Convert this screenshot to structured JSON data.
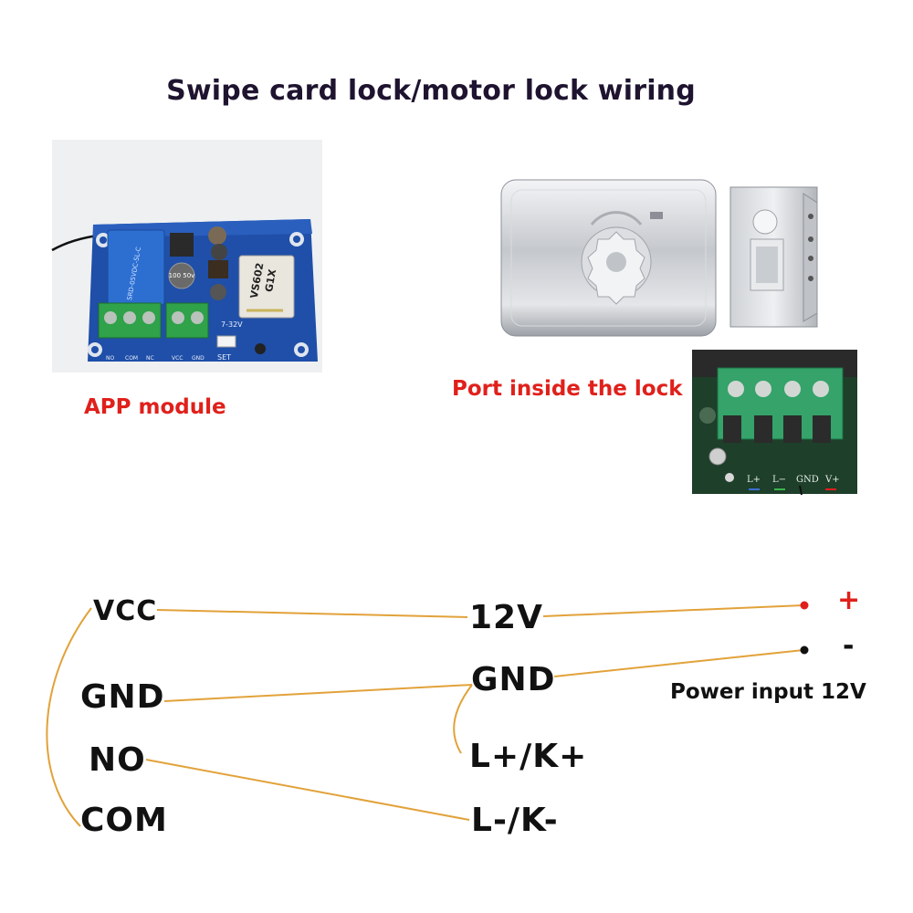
{
  "title": "Swipe card lock/motor lock wiring",
  "module_caption": "APP module",
  "lock_port_caption": "Port inside the lock",
  "board": {
    "chip_line1": "VS602",
    "chip_line2": "G1X",
    "set_label": "SET",
    "voltage_label": "7-32V",
    "cap_label": "100 50v",
    "terminals": [
      "NO",
      "COM",
      "NC",
      "VCC",
      "GND"
    ]
  },
  "lock_terminals": [
    "L+",
    "L−",
    "GND",
    "V+"
  ],
  "left_terminals": {
    "vcc": "VCC",
    "gnd": "GND",
    "no": "NO",
    "com": "COM"
  },
  "right_terminals": {
    "v12": "12V",
    "gnd": "GND",
    "lplus": "L+/K+",
    "lminus": "L-/K-"
  },
  "power": {
    "plus": "+",
    "minus": "-",
    "label": "Power input 12V"
  },
  "colors": {
    "wire": "#e2a23a",
    "positive": "#e0201b",
    "negative": "#111111",
    "title": "#1f1430"
  }
}
